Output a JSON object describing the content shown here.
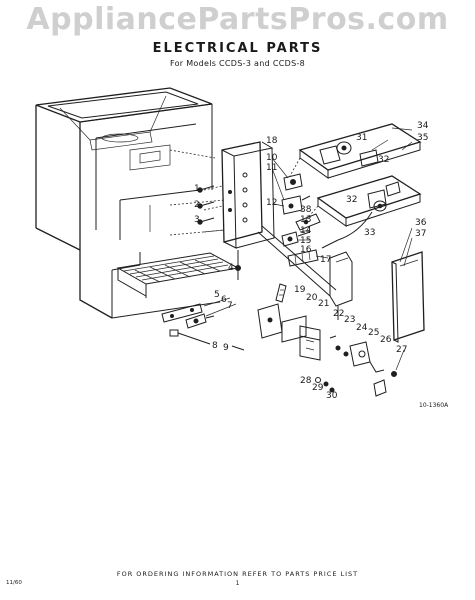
{
  "watermark": "AppliancePartsPros.com",
  "title": "ELECTRICAL PARTS",
  "subtitle": "For Models CCDS-3 and CCDS-8",
  "footer": "FOR ORDERING INFORMATION REFER TO PARTS PRICE LIST",
  "page_number": "1",
  "figure_code": "10-1360A",
  "corner_code": "11/60",
  "callouts": [
    "1",
    "2",
    "3",
    "4",
    "5",
    "6",
    "7",
    "8",
    "9",
    "10",
    "11",
    "12",
    "13",
    "14",
    "15",
    "16",
    "17",
    "18",
    "19",
    "20",
    "21",
    "22",
    "23",
    "24",
    "25",
    "26",
    "27",
    "28",
    "29",
    "30",
    "31",
    "32",
    "33",
    "34",
    "35",
    "36",
    "37",
    "38"
  ]
}
